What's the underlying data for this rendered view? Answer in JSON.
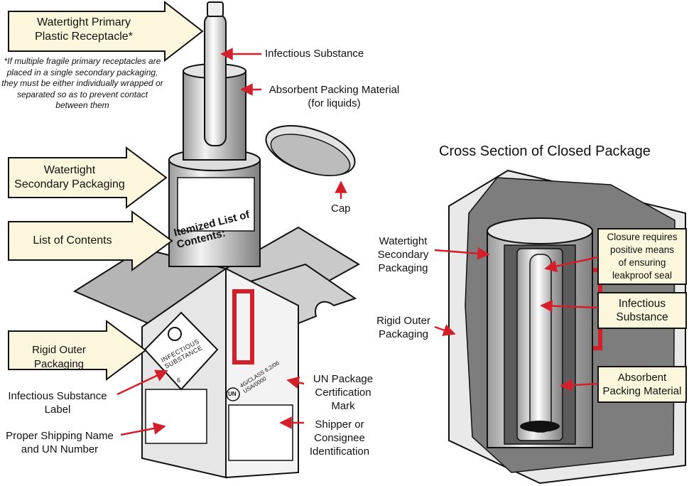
{
  "callouts": {
    "primary_receptacle": "Watertight Primary\nPlastic Receptacle*",
    "footnote": "*If multiple fragile primary receptacles are placed in a single secondary packaging, they must be either individually wrapped or separated so as to prevent contact between them",
    "infectious_substance": "Infectious Substance",
    "absorbent": "Absorbent Packing Material\n(for liquids)",
    "secondary": "Watertight\nSecondary Packaging",
    "cap": "Cap",
    "list_of_contents": "List of Contents",
    "rigid_outer": "Rigid Outer Packaging",
    "infectious_label": "Infectious Substance\nLabel",
    "proper_shipping": "Proper Shipping Name\nand UN Number",
    "un_cert": "UN Package\nCertification Mark",
    "shipper": "Shipper or\nConsignee\nIdentification"
  },
  "package": {
    "itemized_list": "Itemized List of Contents:",
    "diamond_text": "INFECTIOUS SUBSTANCE",
    "diamond_class": "6",
    "cert_line1": "4G/CLASS 6.2/06",
    "cert_line2": "USA/0000",
    "un_symbol": "UN"
  },
  "cross_section": {
    "title": "Cross Section of Closed Package",
    "secondary": "Watertight\nSecondary\nPackaging",
    "rigid_outer": "Rigid Outer\nPackaging",
    "closure": "Closure requires\npositive means\nof ensuring\nleakproof seal",
    "infectious": "Infectious\nSubstance",
    "absorbent": "Absorbent\nPacking Material"
  },
  "colors": {
    "callout_fill": "#fbf6dc",
    "arrow_red": "#d41f2a",
    "outline": "#111111",
    "gray": "#8a8a8a",
    "light_gray": "#d9d9d9"
  }
}
